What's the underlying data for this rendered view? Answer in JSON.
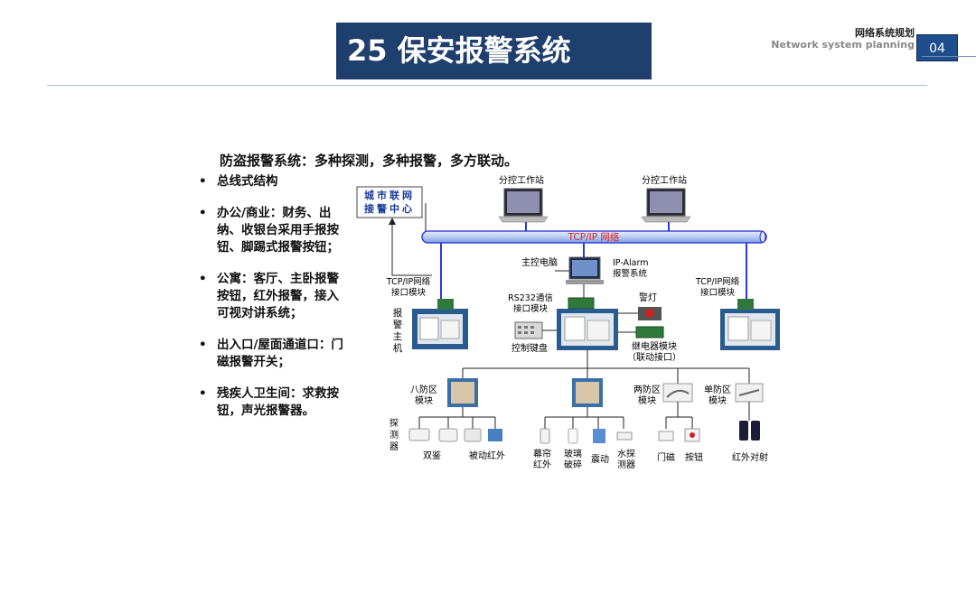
{
  "slide": {
    "title": "25 保安报警系统",
    "header_cn": "网络系统规划",
    "header_en": "Network system planning",
    "page_number": "04"
  },
  "headline": "防盗报警系统：多种探测，多种报警，多方联动。",
  "bullets": [
    "总线式结构",
    "办公/商业：财务、出纳、收银台采用手报按钮、脚踢式报警按钮；",
    "公寓：客厅、主卧报警按钮，红外报警，接入可视对讲系统；",
    "出入口/屋面通道口：门磁报警开关；",
    "残疾人卫生间：求救按钮，声光报警器。"
  ],
  "diagram": {
    "city_link_line1": "城市联网",
    "city_link_line2": "接警中心",
    "workstation_left": "分控工作站",
    "workstation_right": "分控工作站",
    "tcpip_bus": "TCP/IP 网络",
    "master_pc": "主控电脑",
    "ip_alarm_line1": "IP-Alarm",
    "ip_alarm_line2": "报警系统",
    "tcp_module_left_1": "TCP/IP网络",
    "tcp_module_left_2": "接口模块",
    "tcp_module_right_1": "TCP/IP网络",
    "tcp_module_right_2": "接口模块",
    "rs232_1": "RS232通信",
    "rs232_2": "接口模块",
    "alarm_lamp": "警灯",
    "alarm_host": [
      "报",
      "警",
      "主",
      "机"
    ],
    "keyboard": "控制键盘",
    "relay_1": "继电器模块",
    "relay_2": "（联动接口）",
    "zone8_1": "八防区",
    "zone8_2": "模块",
    "zone2_1": "两防区",
    "zone2_2": "模块",
    "zone1_1": "单防区",
    "zone1_2": "模块",
    "detector": [
      "探",
      "测",
      "器"
    ],
    "dual_tech": "双鉴",
    "passive_ir": "被动红外",
    "curtain_1": "幕帘",
    "curtain_2": "红外",
    "glass_1": "玻璃",
    "glass_2": "破碎",
    "vibration": "震动",
    "water_1": "水探",
    "water_2": "测器",
    "door_contact": "门磁",
    "button": "按钮",
    "ir_beam": "红外对射"
  },
  "colors": {
    "title_bg": "#1f3f6e",
    "page_badge": "#1f4e8c",
    "bus_fill": "#c9d8f5",
    "bus_stroke": "#1a2ad4",
    "bus_text": "#e02020",
    "link_line": "#2a3cd8",
    "city_box_text": "#1a3a9a"
  }
}
